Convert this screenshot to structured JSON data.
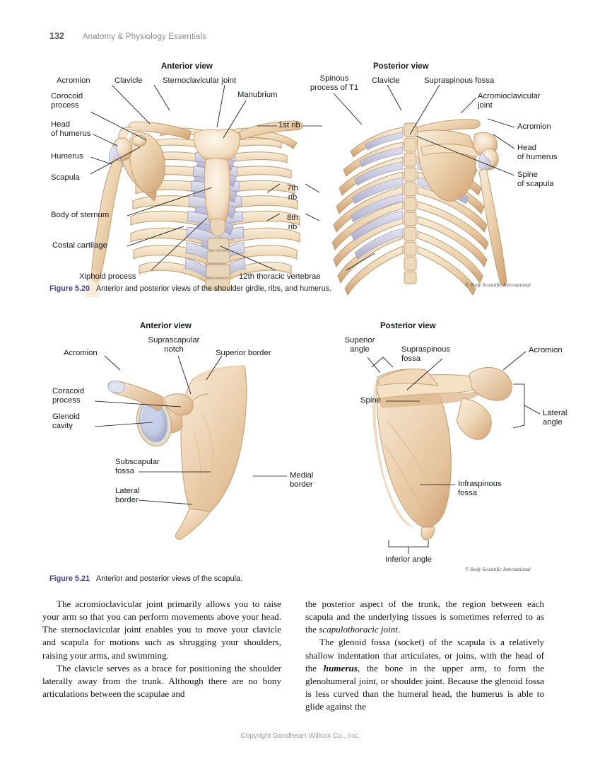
{
  "running_head": {
    "page_number": "132",
    "book_title": "Anatomy & Physiology Essentials"
  },
  "figure_520": {
    "anterior_title": "Anterior view",
    "posterior_title": "Posterior view",
    "credit": "© Body Scientific International",
    "caption_number": "Figure 5.20",
    "caption_text": "Anterior and posterior views of the shoulder girdle, ribs, and humerus.",
    "anterior_labels": [
      {
        "name": "acromion",
        "text": "Acromion"
      },
      {
        "name": "clavicle",
        "text": "Clavicle"
      },
      {
        "name": "sternoclavicular-joint",
        "text": "Sternoclavicular joint"
      },
      {
        "name": "manubrium",
        "text": "Manubrium"
      },
      {
        "name": "corocoid-process",
        "text": "Corocoid\nprocess"
      },
      {
        "name": "head-of-humerus",
        "text": "Head\nof humerus"
      },
      {
        "name": "humerus",
        "text": "Humerus"
      },
      {
        "name": "scapula",
        "text": "Scapula"
      },
      {
        "name": "body-of-sternum",
        "text": "Body of sternum"
      },
      {
        "name": "costal-cartilage",
        "text": "Costal cartilage"
      },
      {
        "name": "xiphoid-process",
        "text": "Xiphoid process"
      },
      {
        "name": "twelfth-thoracic-vertebrae",
        "text": "12th thoracic vertebrae"
      },
      {
        "name": "first-rib",
        "text": "1st rib"
      },
      {
        "name": "seventh-rib",
        "text": "7th\nrib"
      },
      {
        "name": "eighth-rib",
        "text": "8th\nrib"
      }
    ],
    "posterior_labels": [
      {
        "name": "spinous-process-of-t1",
        "text": "Spinous\nprocess of T1"
      },
      {
        "name": "clavicle",
        "text": "Clavicle"
      },
      {
        "name": "supraspinous-fossa",
        "text": "Supraspinous fossa"
      },
      {
        "name": "acromioclavicular-joint",
        "text": "Acromioclavicular\njoint"
      },
      {
        "name": "acromion",
        "text": "Acromion"
      },
      {
        "name": "head-of-humerus",
        "text": "Head\nof humerus"
      },
      {
        "name": "spine-of-scapula",
        "text": "Spine\nof scapula"
      }
    ]
  },
  "figure_521": {
    "anterior_title": "Anterior view",
    "posterior_title": "Posterior view",
    "credit": "© Body Scientific International",
    "caption_number": "Figure 5.21",
    "caption_text": "Anterior and posterior views of the scapula.",
    "anterior_labels": [
      {
        "name": "acromion",
        "text": "Acromion"
      },
      {
        "name": "suprascapular-notch",
        "text": "Suprascapular\nnotch"
      },
      {
        "name": "superior-border",
        "text": "Superior border"
      },
      {
        "name": "coracoid-process",
        "text": "Coracoid\nprocess"
      },
      {
        "name": "glenoid-cavity",
        "text": "Glenoid\ncavity"
      },
      {
        "name": "subscapular-fossa",
        "text": "Subscapular\nfossa"
      },
      {
        "name": "medial-border",
        "text": "Medial\nborder"
      },
      {
        "name": "lateral-border",
        "text": "Lateral\nborder"
      }
    ],
    "posterior_labels": [
      {
        "name": "superior-angle",
        "text": "Superior\nangle"
      },
      {
        "name": "supraspinous-fossa",
        "text": "Supraspinous\nfossa"
      },
      {
        "name": "acromion",
        "text": "Acromion"
      },
      {
        "name": "spine",
        "text": "Spine"
      },
      {
        "name": "lateral-angle",
        "text": "Lateral\nangle"
      },
      {
        "name": "infraspinous-fossa",
        "text": "Infraspinous\nfossa"
      },
      {
        "name": "inferior-angle",
        "text": "Inferior angle"
      }
    ]
  },
  "body": {
    "left_column": [
      "The acromioclavicular joint primarily allows you to raise your arm so that you can perform movements above your head. The sternoclavicular joint enables you to move your clavicle and scapula for motions such as shrugging your shoulders, raising your arms, and swimming.",
      "The clavicle serves as a brace for positioning the shoulder laterally away from the trunk. Although there are no bony articulations between the scapulae and"
    ],
    "right_column_p1_a": "the posterior aspect of the trunk, the region between each scapula and the underlying tissues is sometimes referred to as the ",
    "right_column_p1_italic": "scapulothoracic joint",
    "right_column_p1_b": ".",
    "right_column_p2_a": "The glenoid fossa (socket) of the scapula is a relatively shallow indentation that articulates, or joins, with the head of the ",
    "right_column_p2_bold": "humerus",
    "right_column_p2_b": ", the bone in the upper arm, to form the glenohumeral joint, or shoulder joint. Because the glenoid fossa is less curved than the humeral head, the humerus is able to glide against the"
  },
  "footer": {
    "copyright": "Copyright Goodheart-Willcox Co., Inc."
  },
  "colors": {
    "bone_light": "#f3e3cc",
    "bone_mid": "#e7c69e",
    "bone_shadow": "#cfa173",
    "cartilage": "#c7c7de",
    "cartilage_light": "#dedeeb",
    "caption_accent": "#4b3d8f",
    "text": "#111111",
    "runhead_gray": "#8d8d8d"
  }
}
